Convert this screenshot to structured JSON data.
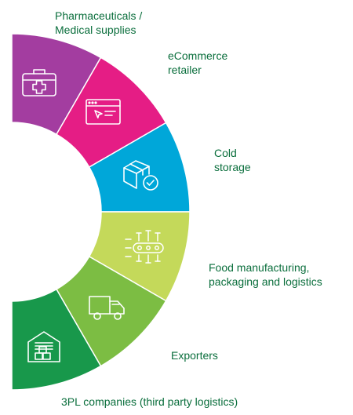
{
  "segments": [
    {
      "id": "pharma",
      "lines": [
        "Pharmaceuticals /",
        "Medical supplies"
      ],
      "color": "#a33da0",
      "icon": "medical-kit-icon"
    },
    {
      "id": "ecom",
      "lines": [
        "eCommerce",
        "retailer"
      ],
      "color": "#e51d85",
      "icon": "browser-window-icon"
    },
    {
      "id": "cold",
      "lines": [
        "Cold",
        "storage"
      ],
      "color": "#00a7d9",
      "icon": "package-check-icon"
    },
    {
      "id": "food",
      "lines": [
        "Food manufacturing,",
        "packaging and logistics"
      ],
      "color": "#c4d95a",
      "icon": "conveyor-icon"
    },
    {
      "id": "export",
      "lines": [
        "Exporters"
      ],
      "color": "#7cbd43",
      "icon": "truck-icon"
    },
    {
      "id": "threepl",
      "lines": [
        "3PL companies (third party logistics)"
      ],
      "color": "#18984b",
      "icon": "warehouse-icon"
    }
  ],
  "label_color": "#0a6e3c"
}
